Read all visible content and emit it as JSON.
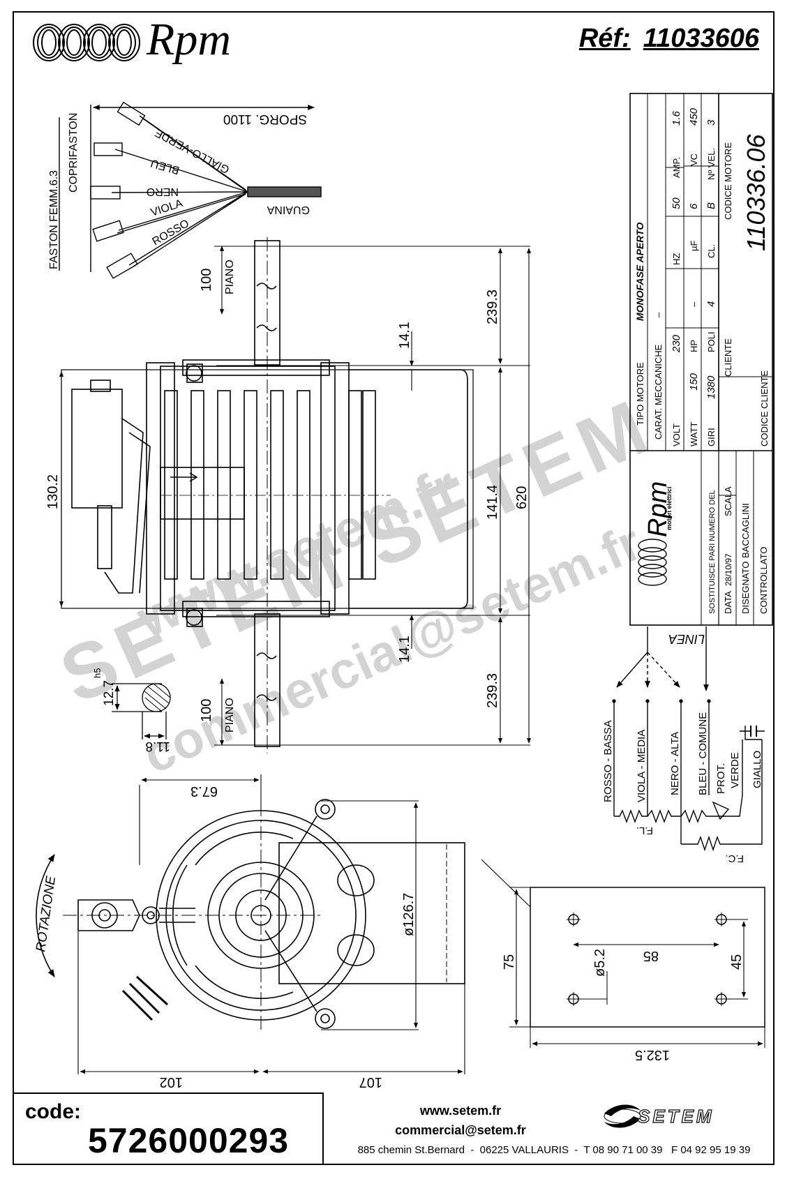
{
  "header": {
    "brand": "Rpm",
    "ref_label": "Réf:",
    "ref_number": "11033606"
  },
  "wiring": {
    "connector_note_1": "FASTON FEMM.6.3",
    "connector_note_2": "COPRIFASTON",
    "lead_length": "SPORG. 1100",
    "wires": [
      "GIALLO-VERDE",
      "BLEU",
      "NERO",
      "VIOLA",
      "ROSSO"
    ],
    "sheath": "GUAINA"
  },
  "dimensions": {
    "shaft_len": "100",
    "shaft_flat": "PIANO",
    "half_len": "239.3",
    "offset": "14.1",
    "body_len": "141.4",
    "total_len": "620",
    "body_dia_side": "130.2",
    "shaft_dia": "12.7",
    "shaft_tol": "h5",
    "flat": "11.8",
    "front_dia": "ø126.7",
    "front_w": "67.3",
    "left_w": "102",
    "right_w": "107",
    "bracket_h": "75",
    "bracket_w": "132.5",
    "hole_spacing_x": "85",
    "hole_spacing_y": "45",
    "hole_dia": "ø5.2",
    "rotation": "ROTAZIONE"
  },
  "title_block": {
    "tipo_motore_label": "TIPO MOTORE",
    "tipo_motore_value": "MONOFASE APERTO",
    "carat_label": "CARAT. MECCANICHE",
    "carat_value": "–",
    "rows": [
      [
        {
          "k": "VOLT",
          "v": "230"
        },
        {
          "k": "HZ",
          "v": "50"
        },
        {
          "k": "AMP.",
          "v": "1.6"
        }
      ],
      [
        {
          "k": "WATT",
          "v": "150"
        },
        {
          "k": "HP",
          "v": "–"
        },
        {
          "k": "µF",
          "v": "6"
        },
        {
          "k": "VC",
          "v": "450"
        }
      ],
      [
        {
          "k": "GIRI",
          "v": "1380"
        },
        {
          "k": "POLI",
          "v": "4"
        },
        {
          "k": "CL.",
          "v": "B"
        },
        {
          "k": "Nº VEL.",
          "v": "3"
        }
      ]
    ],
    "cliente_label": "CLIENTE",
    "codice_motore_label": "CODICE MOTORE",
    "codice_motore_value": "110336.06",
    "codice_cliente_label": "CODICE CLIENTE",
    "logo_text": "Rpm",
    "logo_sub": "motori elettrici",
    "sostituisce": "SOSTITUISCE PARI NUMERO DEL",
    "data_label": "DATA",
    "data_value": "28/10/97",
    "scala_label": "SCALA",
    "disegnato_label": "DISEGNATO",
    "disegnato_value": "BACCAGLINI",
    "controllato_label": "CONTROLLATO"
  },
  "schematic": {
    "linea": "LINEA",
    "speeds": [
      "ROSSO - BASSA",
      "VIOLA - MEDIA",
      "NERO - ALTA",
      "BLEU - COMUNE"
    ],
    "prot": "PROT.",
    "verde": "VERDE",
    "giallo": "GIALLO",
    "fl": "F.L.",
    "fc": "F.C."
  },
  "watermark": {
    "line1": "www.setem.fr",
    "line2": "SETEM   SETEM",
    "line3": "commercial@setem.fr"
  },
  "footer": {
    "code_label": "code:",
    "code_value": "5726000293",
    "website": "www.setem.fr",
    "email": "commercial@setem.fr",
    "address": "885 chemin St.Bernard  -  06225 VALLAURIS  -  T 08 90 71 00 39   F 04 92 95 19 39",
    "setem_logo": "SETEM"
  }
}
